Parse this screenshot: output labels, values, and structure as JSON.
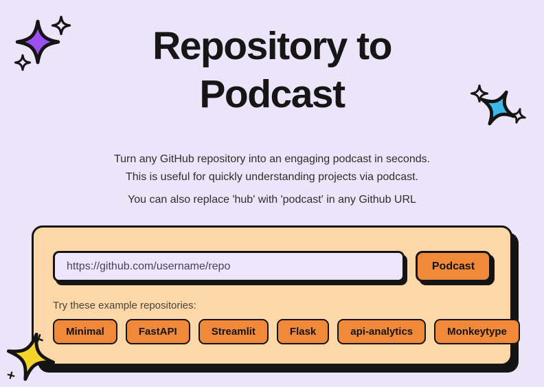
{
  "page": {
    "title_line1": "Repository to",
    "title_line2": "Podcast",
    "description_line1": "Turn any GitHub repository into an engaging podcast in seconds.",
    "description_line2": "This is useful for quickly understanding projects via podcast.",
    "description_line3": "You can also replace 'hub' with 'podcast' in any Github URL"
  },
  "card": {
    "input": {
      "value": "",
      "placeholder": "https://github.com/username/repo"
    },
    "submit_label": "Podcast",
    "examples_label": "Try these example repositories:",
    "examples": [
      "Minimal",
      "FastAPI",
      "Streamlit",
      "Flask",
      "api-analytics",
      "Monkeytype"
    ]
  },
  "decorations": {
    "top_left": "purple-sparkle-icon",
    "right": "blue-sparkle-icon",
    "bottom_left": "yellow-star-icon"
  },
  "colors": {
    "background": "#ECE4F8",
    "card_background": "#FCD7A7",
    "accent_orange": "#F08A3A",
    "input_background": "#EDE6FA",
    "outline_black": "#141414",
    "sparkle_purple": "#9B4FF0",
    "sparkle_blue": "#3CB9EA",
    "star_yellow": "#F6D32B"
  }
}
